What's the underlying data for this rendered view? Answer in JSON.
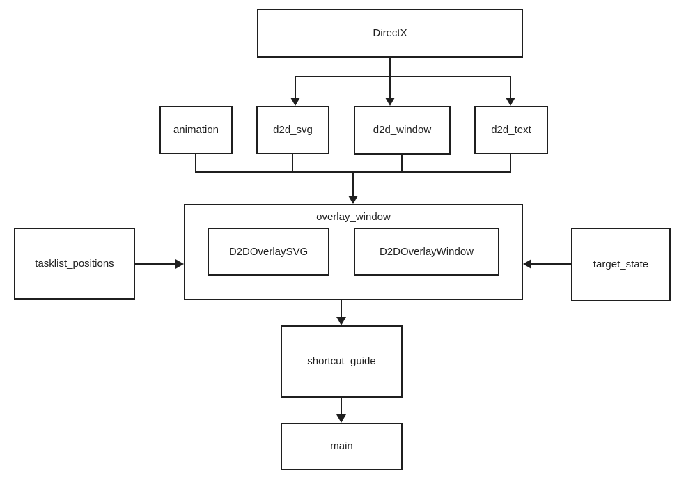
{
  "diagram": {
    "type": "module-dependency-diagram",
    "colors": {
      "line": "#1f1f1f",
      "background": "#ffffff",
      "arrow_fill": "#1f1f1f"
    },
    "nodes": {
      "directx": {
        "label": "DirectX"
      },
      "animation": {
        "label": "animation"
      },
      "d2d_svg": {
        "label": "d2d_svg"
      },
      "d2d_window": {
        "label": "d2d_window"
      },
      "d2d_text": {
        "label": "d2d_text"
      },
      "overlay_window": {
        "label": "overlay_window"
      },
      "d2d_overlay_svg": {
        "label": "D2DOverlaySVG"
      },
      "d2d_overlay_window": {
        "label": "D2DOverlayWindow"
      },
      "tasklist_positions": {
        "label": "tasklist_positions"
      },
      "target_state": {
        "label": "target_state"
      },
      "shortcut_guide": {
        "label": "shortcut_guide"
      },
      "main": {
        "label": "main"
      }
    },
    "containment": [
      {
        "parent": "overlay_window",
        "children": [
          "D2DOverlaySVG",
          "D2DOverlayWindow"
        ]
      }
    ],
    "edges": [
      {
        "from": "DirectX",
        "to": "d2d_svg",
        "direction": "down"
      },
      {
        "from": "DirectX",
        "to": "d2d_window",
        "direction": "down"
      },
      {
        "from": "DirectX",
        "to": "d2d_text",
        "direction": "down"
      },
      {
        "from": "animation",
        "to": "overlay_window",
        "direction": "down",
        "merged": true
      },
      {
        "from": "d2d_svg",
        "to": "overlay_window",
        "direction": "down",
        "merged": true
      },
      {
        "from": "d2d_window",
        "to": "overlay_window",
        "direction": "down",
        "merged": true
      },
      {
        "from": "d2d_text",
        "to": "overlay_window",
        "direction": "down",
        "merged": true
      },
      {
        "from": "tasklist_positions",
        "to": "overlay_window",
        "direction": "right"
      },
      {
        "from": "target_state",
        "to": "overlay_window",
        "direction": "left"
      },
      {
        "from": "overlay_window",
        "to": "shortcut_guide",
        "direction": "down"
      },
      {
        "from": "shortcut_guide",
        "to": "main",
        "direction": "down"
      }
    ]
  }
}
